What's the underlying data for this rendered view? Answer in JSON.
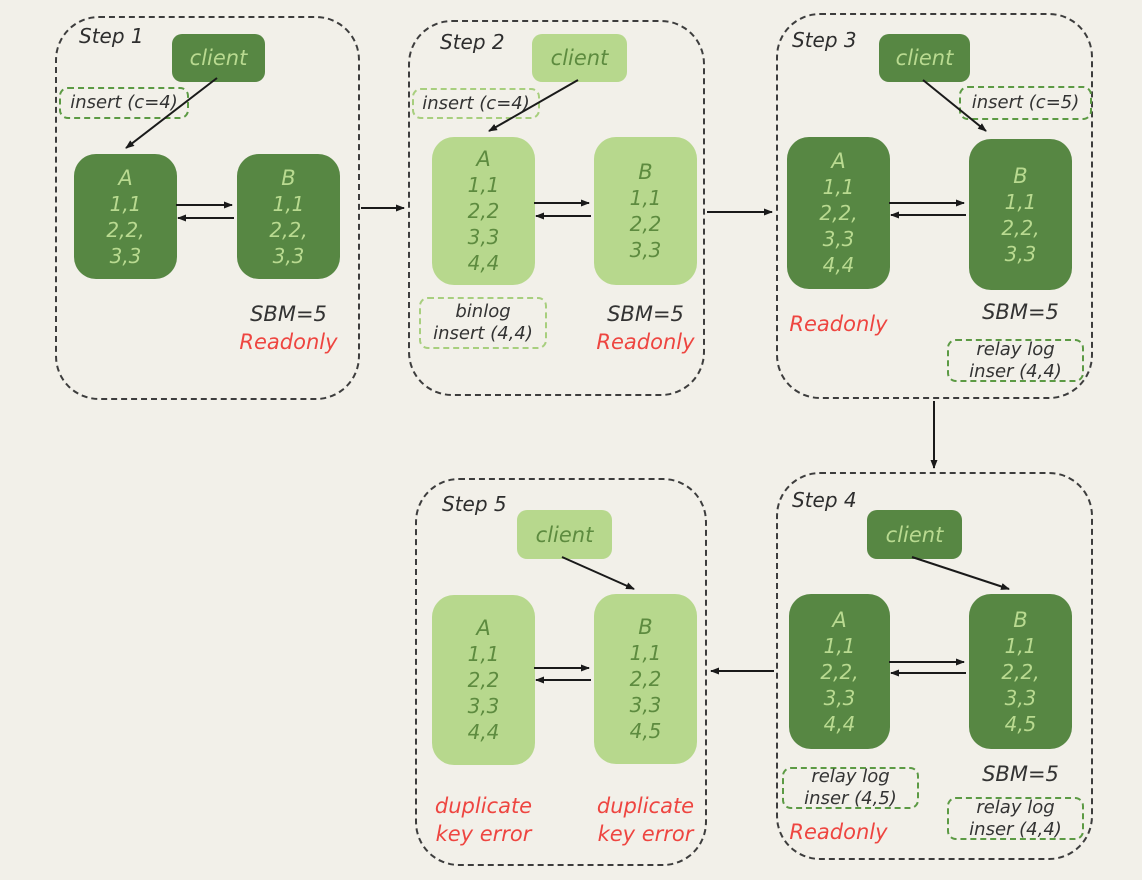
{
  "colors": {
    "background": "#f2f0e9",
    "dark_green_fill": "#578743",
    "light_green_fill": "#b7d88d",
    "text_on_dark": "#b9da90",
    "text_on_light": "#5d8b3f",
    "panel_border": "#3d3d3d",
    "note_border_dark": "#5c9a44",
    "note_border_light": "#a8cf7e",
    "ink": "#333333",
    "red": "#ee4540"
  },
  "steps": [
    {
      "label": "Step 1",
      "client": "client",
      "insert_note": "insert (c=4)",
      "node_a": {
        "title": "A",
        "rows": [
          "1,1",
          "2,2,",
          "3,3"
        ]
      },
      "node_b": {
        "title": "B",
        "rows": [
          "1,1",
          "2,2,",
          "3,3"
        ]
      },
      "sbm": "SBM=5",
      "readonly": "Readonly"
    },
    {
      "label": "Step 2",
      "client": "client",
      "insert_note": "insert (c=4)",
      "binlog_note": "binlog\ninsert (4,4)",
      "node_a": {
        "title": "A",
        "rows": [
          "1,1",
          "2,2",
          "3,3",
          "4,4"
        ]
      },
      "node_b": {
        "title": "B",
        "rows": [
          "1,1",
          "2,2",
          "3,3"
        ]
      },
      "sbm": "SBM=5",
      "readonly": "Readonly"
    },
    {
      "label": "Step 3",
      "client": "client",
      "insert_note": "insert (c=5)",
      "relay_note": "relay log\ninser (4,4)",
      "node_a": {
        "title": "A",
        "rows": [
          "1,1",
          "2,2,",
          "3,3",
          "4,4"
        ]
      },
      "node_b": {
        "title": "B",
        "rows": [
          "1,1",
          "2,2,",
          "3,3"
        ]
      },
      "sbm": "SBM=5",
      "readonly": "Readonly"
    },
    {
      "label": "Step 4",
      "client": "client",
      "relay_note_a": "relay log\ninser (4,5)",
      "relay_note_b": "relay log\ninser (4,4)",
      "node_a": {
        "title": "A",
        "rows": [
          "1,1",
          "2,2,",
          "3,3",
          "4,4"
        ]
      },
      "node_b": {
        "title": "B",
        "rows": [
          "1,1",
          "2,2,",
          "3,3",
          "4,5"
        ]
      },
      "sbm": "SBM=5",
      "readonly": "Readonly"
    },
    {
      "label": "Step 5",
      "client": "client",
      "node_a": {
        "title": "A",
        "rows": [
          "1,1",
          "2,2",
          "3,3",
          "4,4"
        ]
      },
      "node_b": {
        "title": "B",
        "rows": [
          "1,1",
          "2,2",
          "3,3",
          "4,5"
        ]
      },
      "error_a": "duplicate\nkey error",
      "error_b": "duplicate\nkey error"
    }
  ]
}
